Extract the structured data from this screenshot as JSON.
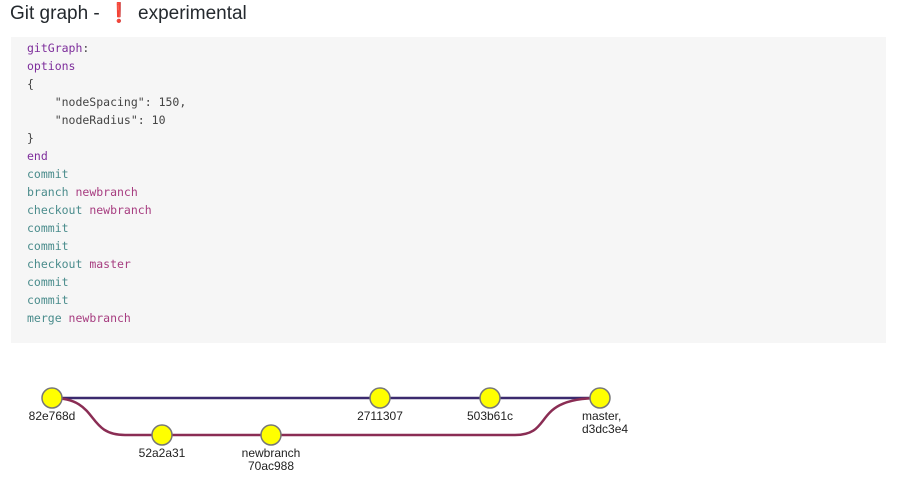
{
  "heading": {
    "prefix": "Git graph -",
    "icon": "exclamation-icon",
    "bang": "❗",
    "suffix": "experimental"
  },
  "code": {
    "lines": [
      {
        "tokens": [
          {
            "t": "kw",
            "v": "gitGraph"
          },
          {
            "t": "pun",
            "v": ":"
          }
        ]
      },
      {
        "tokens": [
          {
            "t": "kw",
            "v": "options"
          }
        ]
      },
      {
        "tokens": [
          {
            "t": "pun",
            "v": "{"
          }
        ]
      },
      {
        "tokens": [
          {
            "t": "str",
            "v": "    \"nodeSpacing\""
          },
          {
            "t": "pun",
            "v": ": "
          },
          {
            "t": "num",
            "v": "150"
          },
          {
            "t": "pun",
            "v": ","
          }
        ]
      },
      {
        "tokens": [
          {
            "t": "str",
            "v": "    \"nodeRadius\""
          },
          {
            "t": "pun",
            "v": ": "
          },
          {
            "t": "num",
            "v": "10"
          }
        ]
      },
      {
        "tokens": [
          {
            "t": "pun",
            "v": "}"
          }
        ]
      },
      {
        "tokens": [
          {
            "t": "kw",
            "v": "end"
          }
        ]
      },
      {
        "tokens": [
          {
            "t": "cmd",
            "v": "commit"
          }
        ]
      },
      {
        "tokens": [
          {
            "t": "cmd",
            "v": "branch "
          },
          {
            "t": "arg",
            "v": "newbranch"
          }
        ]
      },
      {
        "tokens": [
          {
            "t": "cmd",
            "v": "checkout "
          },
          {
            "t": "arg",
            "v": "newbranch"
          }
        ]
      },
      {
        "tokens": [
          {
            "t": "cmd",
            "v": "commit"
          }
        ]
      },
      {
        "tokens": [
          {
            "t": "cmd",
            "v": "commit"
          }
        ]
      },
      {
        "tokens": [
          {
            "t": "cmd",
            "v": "checkout "
          },
          {
            "t": "arg",
            "v": "master"
          }
        ]
      },
      {
        "tokens": [
          {
            "t": "cmd",
            "v": "commit"
          }
        ]
      },
      {
        "tokens": [
          {
            "t": "cmd",
            "v": "commit"
          }
        ]
      },
      {
        "tokens": [
          {
            "t": "cmd",
            "v": "merge "
          },
          {
            "t": "arg",
            "v": "newbranch"
          }
        ]
      }
    ]
  },
  "graph": {
    "colors": {
      "master": "#3b2a6e",
      "newbranch": "#8a2d54",
      "node_fill": "#ffff00",
      "node_stroke": "#777777"
    },
    "commits": [
      {
        "id": "82e768d",
        "branch": "master",
        "labels": [
          "82e768d"
        ]
      },
      {
        "id": "52a2a31",
        "branch": "newbranch",
        "labels": [
          "52a2a31"
        ]
      },
      {
        "id": "70ac988",
        "branch": "newbranch",
        "labels": [
          "newbranch",
          "70ac988"
        ]
      },
      {
        "id": "2711307",
        "branch": "master",
        "labels": [
          "2711307"
        ]
      },
      {
        "id": "503b61c",
        "branch": "master",
        "labels": [
          "503b61c"
        ]
      },
      {
        "id": "d3dc3e4",
        "branch": "master",
        "labels": [
          "master,",
          "d3dc3e4"
        ]
      }
    ]
  }
}
